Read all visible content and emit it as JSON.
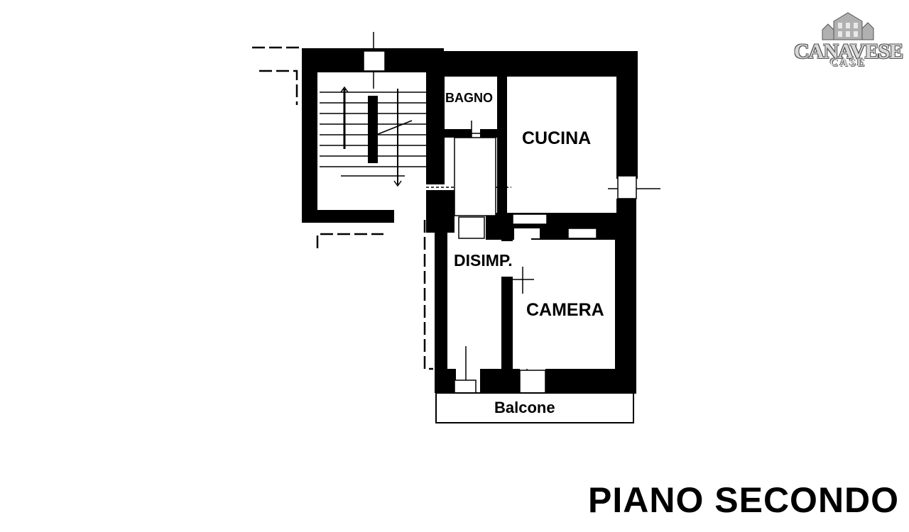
{
  "rooms": {
    "bagno": "BAGNO",
    "cucina": "CUCINA",
    "disimpegno": "DISIMP.",
    "camera": "CAMERA",
    "balcone": "Balcone"
  },
  "plan_title": "PIANO SECONDO",
  "logo": {
    "main": "CANAVESE",
    "sub": "CASE"
  },
  "colors": {
    "wall": "#000000",
    "background": "#ffffff",
    "logo": "#d8d8d8"
  }
}
